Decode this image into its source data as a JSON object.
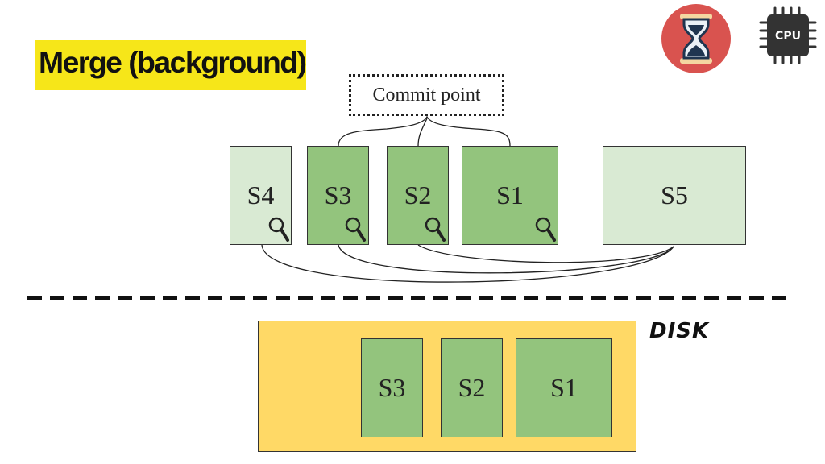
{
  "title": "Merge (background)",
  "commit_point_label": "Commit point",
  "memory_segments": [
    {
      "label": "S4",
      "style": "light"
    },
    {
      "label": "S3",
      "style": "green"
    },
    {
      "label": "S2",
      "style": "green"
    },
    {
      "label": "S1",
      "style": "green"
    },
    {
      "label": "S5",
      "style": "light"
    }
  ],
  "disk_label": "DISK",
  "disk_segments": [
    {
      "label": "S3"
    },
    {
      "label": "S2"
    },
    {
      "label": "S1"
    }
  ],
  "icons": {
    "hourglass": "hourglass-icon",
    "cpu": "cpu-icon",
    "magnifier": "magnifier-icon"
  },
  "cpu_label": "CPU",
  "colors": {
    "title_bg": "#f6e619",
    "light_segment": "#d9ead3",
    "green_segment": "#93c47d",
    "disk_bg": "#ffd966",
    "hourglass_circle": "#d9534f"
  }
}
